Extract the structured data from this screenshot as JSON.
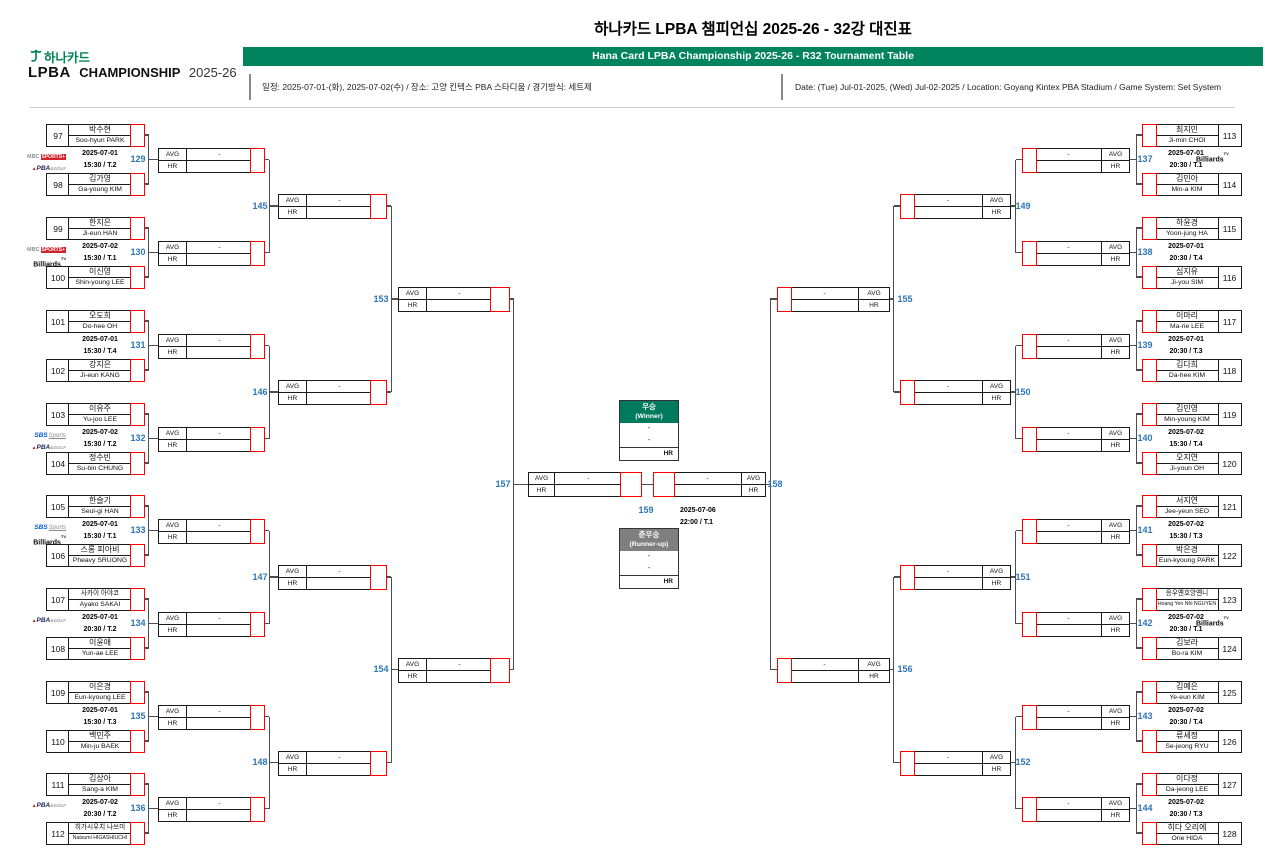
{
  "header": {
    "title_ko": "하나카드 LPBA 챔피언십 2025-26 - 32강 대진표",
    "title_en": "Hana Card LPBA Championship 2025-26 - R32 Tournament Table",
    "info_ko": "일정: 2025-07-01-(화), 2025-07-02(수) / 장소: 고양 킨텍스 PBA 스타디움 / 경기방식: 세트제",
    "info_en": "Date: (Tue) Jul-01-2025, (Wed) Jul-02-2025 / Location: Goyang Kintex PBA Stadium / Game System: Set System",
    "logo": {
      "brand_ko": "하나카드",
      "lpba": "LPBA",
      "championship": "CHAMPIONSHIP",
      "season": "2025-26"
    }
  },
  "labels": {
    "avg": "AVG",
    "hr": "HR",
    "dash": "-"
  },
  "colors": {
    "bar_green": "#00845D",
    "winner_green": "#007A5C",
    "runnerup_gray": "#7F7F7F",
    "number_blue": "#2E75B6",
    "red": "#FF0000",
    "hana_green": "#008558"
  },
  "broadcasters": {
    "mbc": [
      {
        "t": "MBC"
      },
      {
        "t": "SPORTS+"
      }
    ],
    "sbs": [
      {
        "t": "SBS"
      },
      {
        "t": "Sports"
      }
    ],
    "pba": [
      {
        "t": "▲"
      },
      {
        "t": "PBA"
      },
      {
        "t": "&GOLF"
      }
    ],
    "btv": [
      {
        "t": "Billiards"
      },
      {
        "t": "TV"
      }
    ]
  },
  "r32_matches": [
    {
      "no": "129",
      "date": "2025-07-01",
      "time": "15:30 / T.2",
      "tv": [
        "mbc",
        "pba"
      ],
      "p1": {
        "seed": "97",
        "ko": "박수현",
        "en": "Soo-hyun PARK"
      },
      "p2": {
        "seed": "98",
        "ko": "김가영",
        "en": "Ga-young KIM"
      }
    },
    {
      "no": "130",
      "date": "2025-07-02",
      "time": "15:30 / T.1",
      "tv": [
        "mbc",
        "btv"
      ],
      "p1": {
        "seed": "99",
        "ko": "한지은",
        "en": "Ji-eun HAN"
      },
      "p2": {
        "seed": "100",
        "ko": "이신영",
        "en": "Shin-young LEE"
      }
    },
    {
      "no": "131",
      "date": "2025-07-01",
      "time": "15:30 / T.4",
      "tv": [],
      "p1": {
        "seed": "101",
        "ko": "오도희",
        "en": "Do-hee OH"
      },
      "p2": {
        "seed": "102",
        "ko": "강지은",
        "en": "Ji-eun KANG"
      }
    },
    {
      "no": "132",
      "date": "2025-07-02",
      "time": "15:30 / T.2",
      "tv": [
        "sbs",
        "pba"
      ],
      "p1": {
        "seed": "103",
        "ko": "이유주",
        "en": "Yu-joo LEE"
      },
      "p2": {
        "seed": "104",
        "ko": "정수빈",
        "en": "Su-bin CHUNG"
      }
    },
    {
      "no": "133",
      "date": "2025-07-01",
      "time": "15:30 / T.1",
      "tv": [
        "sbs",
        "btv"
      ],
      "p1": {
        "seed": "105",
        "ko": "한슬기",
        "en": "Seul-gi HAN"
      },
      "p2": {
        "seed": "106",
        "ko": "스롱 피아비",
        "en": "Pheavy SRUONG"
      }
    },
    {
      "no": "134",
      "date": "2025-07-01",
      "time": "20:30 / T.2",
      "tv": [
        "pba"
      ],
      "p1": {
        "seed": "107",
        "ko": "사카이 아야코",
        "en": "Ayako SAKAI"
      },
      "p2": {
        "seed": "108",
        "ko": "이윤애",
        "en": "Yun-ae LEE"
      }
    },
    {
      "no": "135",
      "date": "2025-07-01",
      "time": "15:30 / T.3",
      "tv": [],
      "p1": {
        "seed": "109",
        "ko": "이은경",
        "en": "Eun-kyoung LEE"
      },
      "p2": {
        "seed": "110",
        "ko": "백민주",
        "en": "Min-ju BAEK"
      }
    },
    {
      "no": "136",
      "date": "2025-07-02",
      "time": "20:30 / T.2",
      "tv": [
        "pba"
      ],
      "p1": {
        "seed": "111",
        "ko": "김상아",
        "en": "Sang-a KIM"
      },
      "p2": {
        "seed": "112",
        "ko": "히가시우치 나쓰미",
        "en": "Natsumi HIGASHIUCHI"
      }
    },
    {
      "no": "137",
      "date": "2025-07-01",
      "time": "20:30 / T.1",
      "tv": [
        "btv"
      ],
      "p1": {
        "seed": "113",
        "ko": "최지민",
        "en": "Ji-min CHOI"
      },
      "p2": {
        "seed": "114",
        "ko": "김민아",
        "en": "Min-a KIM"
      }
    },
    {
      "no": "138",
      "date": "2025-07-01",
      "time": "20:30 / T.4",
      "tv": [],
      "p1": {
        "seed": "115",
        "ko": "하윤경",
        "en": "Yoon-jung HA"
      },
      "p2": {
        "seed": "116",
        "ko": "심지유",
        "en": "Ji-you SIM"
      }
    },
    {
      "no": "139",
      "date": "2025-07-01",
      "time": "20:30 / T.3",
      "tv": [],
      "p1": {
        "seed": "117",
        "ko": "이마리",
        "en": "Ma-rie LEE"
      },
      "p2": {
        "seed": "118",
        "ko": "김다희",
        "en": "Da-hee KIM"
      }
    },
    {
      "no": "140",
      "date": "2025-07-02",
      "time": "15:30 / T.4",
      "tv": [],
      "p1": {
        "seed": "119",
        "ko": "김민영",
        "en": "Min-young KIM"
      },
      "p2": {
        "seed": "120",
        "ko": "오지연",
        "en": "Ji-youn OH"
      }
    },
    {
      "no": "141",
      "date": "2025-07-02",
      "time": "15:30 / T.3",
      "tv": [],
      "p1": {
        "seed": "121",
        "ko": "서지연",
        "en": "Jee-yeun SEO"
      },
      "p2": {
        "seed": "122",
        "ko": "박은경",
        "en": "Eun-kyoung PARK"
      }
    },
    {
      "no": "142",
      "date": "2025-07-02",
      "time": "20:30 / T.1",
      "tv": [
        "btv"
      ],
      "p1": {
        "seed": "123",
        "ko": "응우옌호앙옌니",
        "en": "Hoang Yen Nhi NGUYEN"
      },
      "p2": {
        "seed": "124",
        "ko": "김보라",
        "en": "Bo-ra KIM"
      }
    },
    {
      "no": "143",
      "date": "2025-07-02",
      "time": "20:30 / T.4",
      "tv": [],
      "p1": {
        "seed": "125",
        "ko": "김예은",
        "en": "Ye-eun KIM"
      },
      "p2": {
        "seed": "126",
        "ko": "류세정",
        "en": "Se-jeong RYU"
      }
    },
    {
      "no": "144",
      "date": "2025-07-02",
      "time": "20:30 / T.3",
      "tv": [],
      "p1": {
        "seed": "127",
        "ko": "이다정",
        "en": "Da-jeong LEE"
      },
      "p2": {
        "seed": "128",
        "ko": "히다 오리에",
        "en": "Orie HIDA"
      }
    }
  ],
  "r16_numbers": [
    "145",
    "146",
    "147",
    "148",
    "149",
    "150",
    "151",
    "152"
  ],
  "qf_numbers": [
    "153",
    "154",
    "155",
    "156"
  ],
  "sf_numbers": [
    "157",
    "158"
  ],
  "final": {
    "no": "159",
    "date": "2025-07-06",
    "time": "22:00 / T.1"
  },
  "winner_box": {
    "title_ko": "우승",
    "title_en": "(Winner)",
    "line1": "-",
    "line2": "-",
    "hr": "HR"
  },
  "runnerup_box": {
    "title_ko": "준우승",
    "title_en": "(Runner-up)",
    "line1": "-",
    "line2": "-",
    "hr": "HR"
  }
}
